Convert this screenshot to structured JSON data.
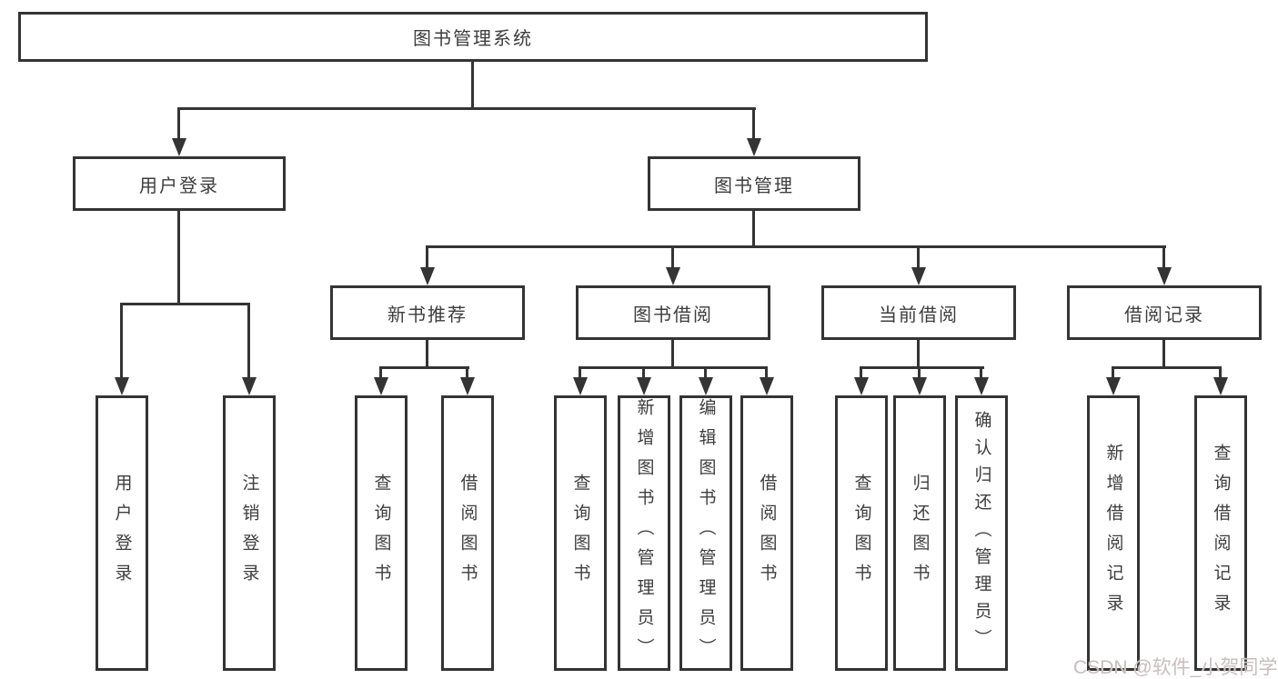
{
  "colors": {
    "border": "#343434",
    "line": "#343434",
    "text": "#3d3d3d",
    "background": "#ffffff",
    "watermark": "#c9bdbd"
  },
  "watermark": {
    "text": "CSDN @软件_小贺同学"
  },
  "tree": {
    "root": {
      "label": "图书管理系统"
    },
    "branches": [
      {
        "label": "用户登录",
        "children": [
          {
            "label": "用户登录"
          },
          {
            "label": "注销登录"
          }
        ]
      },
      {
        "label": "图书管理",
        "children": [
          {
            "label": "新书推荐",
            "children": [
              {
                "label": "查询图书"
              },
              {
                "label": "借阅图书"
              }
            ]
          },
          {
            "label": "图书借阅",
            "children": [
              {
                "label": "查询图书"
              },
              {
                "label": "新增图书（管理员）"
              },
              {
                "label": "编辑图书（管理员）"
              },
              {
                "label": "借阅图书"
              }
            ]
          },
          {
            "label": "当前借阅",
            "children": [
              {
                "label": "查询图书"
              },
              {
                "label": "归还图书"
              },
              {
                "label": "确认归还（管理员）"
              }
            ]
          },
          {
            "label": "借阅记录",
            "children": [
              {
                "label": "新增借阅记录"
              },
              {
                "label": "查询借阅记录"
              }
            ]
          }
        ]
      }
    ]
  }
}
